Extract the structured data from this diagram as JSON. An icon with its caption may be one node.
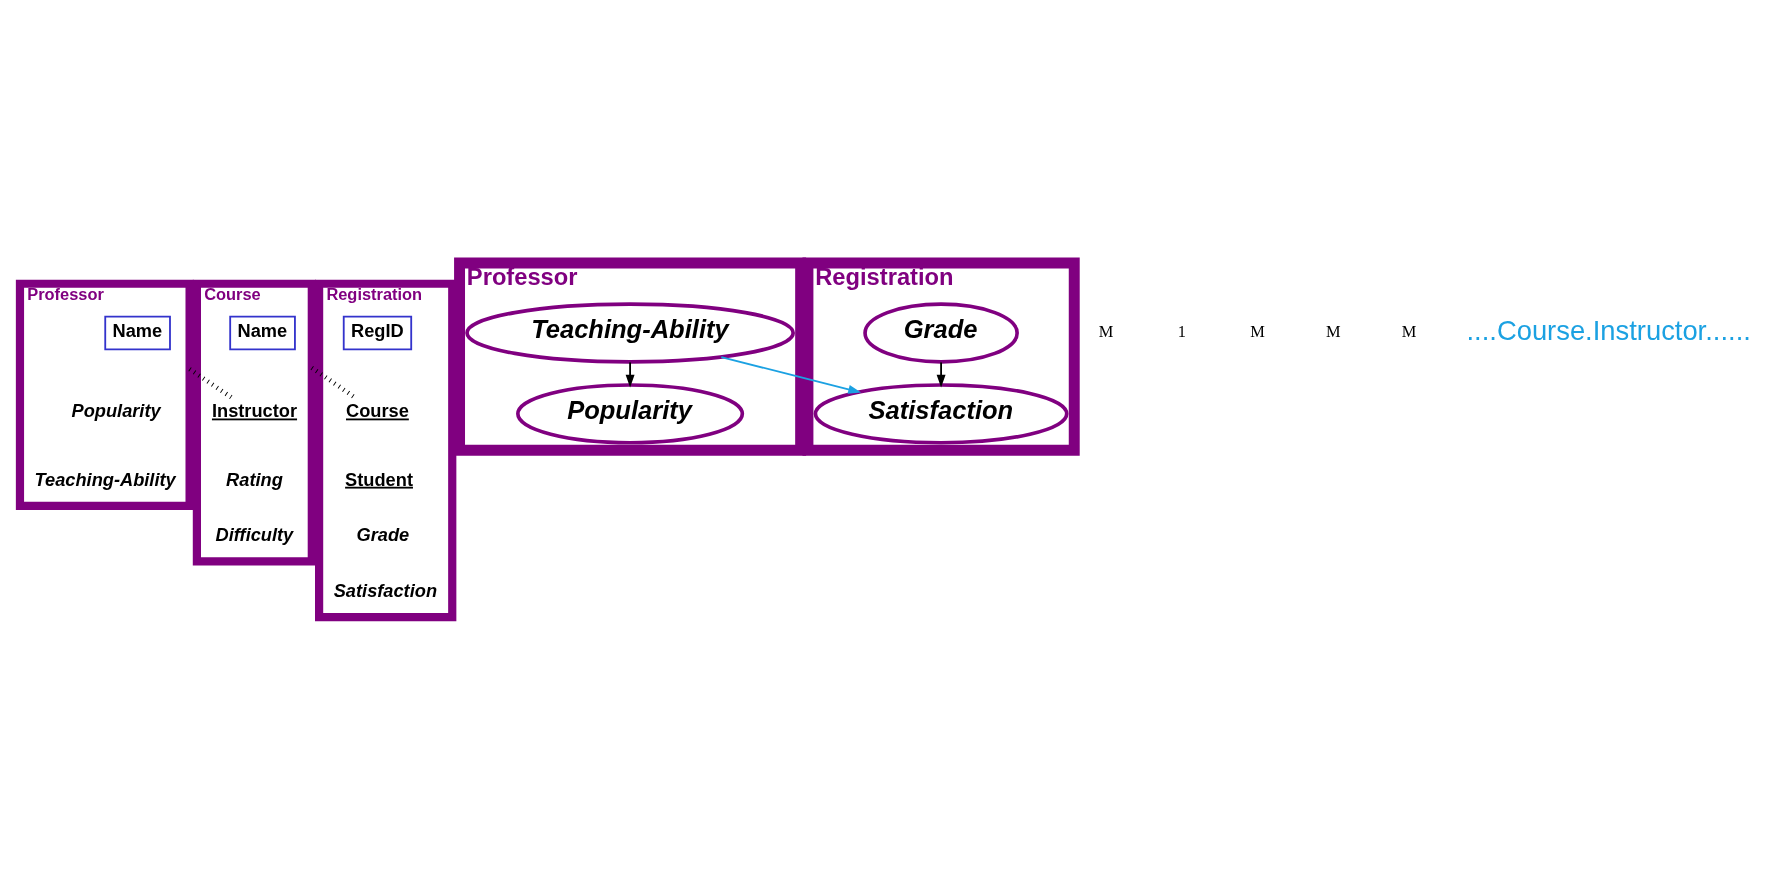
{
  "diagram": {
    "nodes": [
      {
        "text": [
          "Professor"
        ]
      },
      {
        "text": [
          "Name"
        ],
        "in": 0
      },
      {
        "text": [
          "Popularity"
        ],
        "in": 0
      },
      {
        "text": [
          "Teaching-Ability"
        ],
        "in": 0
      },
      {
        "text": [
          "Course"
        ]
      },
      {
        "text": [
          "Name"
        ],
        "in": 4
      },
      {
        "text": [
          "Instructor"
        ],
        "in": 4
      },
      {
        "text": [
          "Rating"
        ],
        "in": 4
      },
      {
        "text": [
          "Difficulty"
        ],
        "in": 4
      },
      {
        "text": [
          "Registration"
        ]
      },
      {
        "text": [
          "RegID"
        ],
        "in": 9
      },
      {
        "text": [
          "Course"
        ],
        "in": 9
      },
      {
        "text": [
          "Student"
        ],
        "in": 9
      },
      {
        "text": [
          "Grade"
        ],
        "in": 9
      },
      {
        "text": [
          "Satisfaction"
        ],
        "in": 9
      },
      {
        "text": [
          "Professor"
        ]
      },
      {
        "text": [
          "Teaching-Ability"
        ],
        "in": 15
      },
      {
        "text": [
          "Popularity"
        ],
        "in": 15
      },
      {
        "text": [
          "Registration"
        ]
      },
      {
        "text": [
          "Satisfaction"
        ],
        "in": 18
      },
      {
        "text": [
          "Grade"
        ],
        "in": 18
      }
    ],
    "edges": [
      {
        "from": 0,
        "to": 6,
        "arrow": "none",
        "style": "dashed"
      },
      {
        "from": 4,
        "to": 11,
        "arrow": "none",
        "style": "dashed"
      },
      {
        "from": 16,
        "to": 17,
        "arrow": "to"
      },
      {
        "from": 16,
        "to": 19,
        "arrow": "to",
        "color": "#1ba1e2"
      },
      {
        "from": 20,
        "to": 19,
        "arrow": "to"
      }
    ],
    "labels": [
      "M",
      "1",
      "M",
      "M",
      "M",
      "....Course.Instructor......"
    ]
  }
}
